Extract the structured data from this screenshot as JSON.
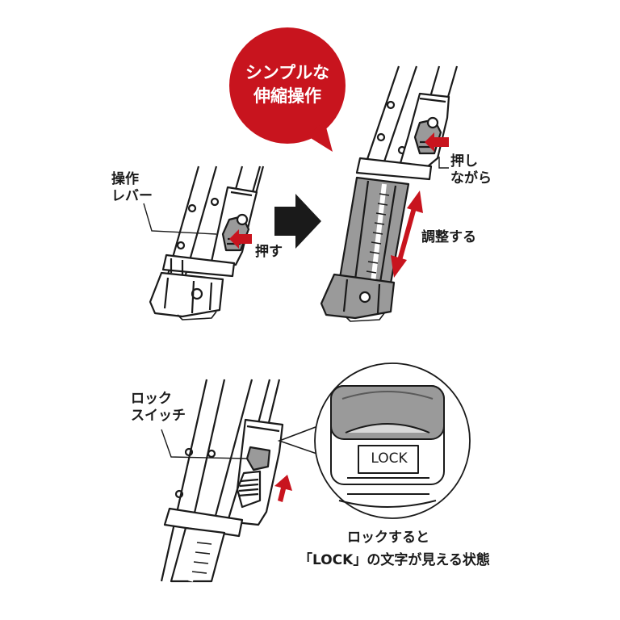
{
  "colors": {
    "accent_red": "#c8141e",
    "line": "#1a1a1a",
    "panel_gray": "#8a8a8a",
    "light_gray": "#d9d9d9",
    "white": "#ffffff"
  },
  "bubble": {
    "line1": "シンプルな",
    "line2": "伸縮操作"
  },
  "labels": {
    "lever_line1": "操作",
    "lever_line2": "レバー",
    "push": "押す",
    "hold_line1": "押し",
    "hold_line2": "ながら",
    "adjust": "調整する",
    "lock_switch_line1": "ロック",
    "lock_switch_line2": "スイッチ",
    "lock_word": "LOCK",
    "caption_line1": "ロックすると",
    "caption_line2": "「LOCK」の文字が見える状態"
  },
  "icons": {
    "step_arrow": "right-arrow-icon",
    "press_arrow": "red-arrow-icon",
    "adjust_arrow": "double-headed-arrow-icon"
  }
}
